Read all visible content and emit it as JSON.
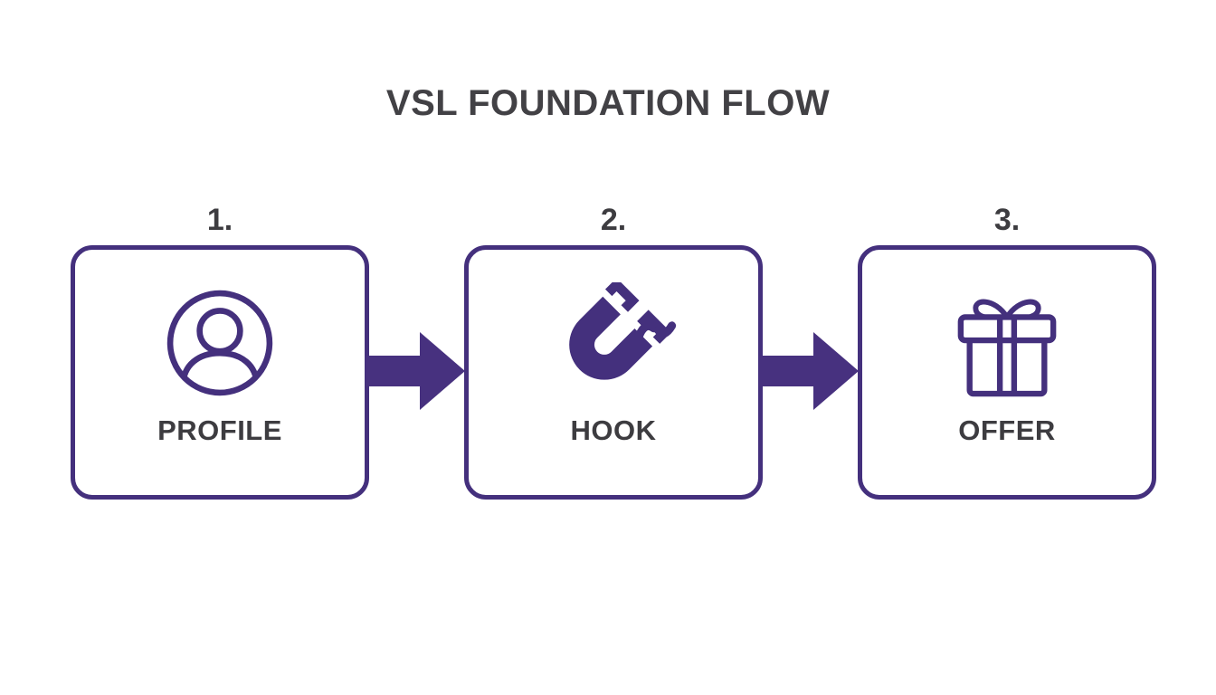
{
  "title": "VSL FOUNDATION FLOW",
  "steps": [
    {
      "number": "1.",
      "label": "PROFILE",
      "icon": "user-profile-icon"
    },
    {
      "number": "2.",
      "label": "HOOK",
      "icon": "magnet-icon"
    },
    {
      "number": "3.",
      "label": "OFFER",
      "icon": "gift-icon"
    }
  ],
  "colors": {
    "purple": "#44307d",
    "text": "#3d3c40",
    "background": "#ffffff"
  }
}
